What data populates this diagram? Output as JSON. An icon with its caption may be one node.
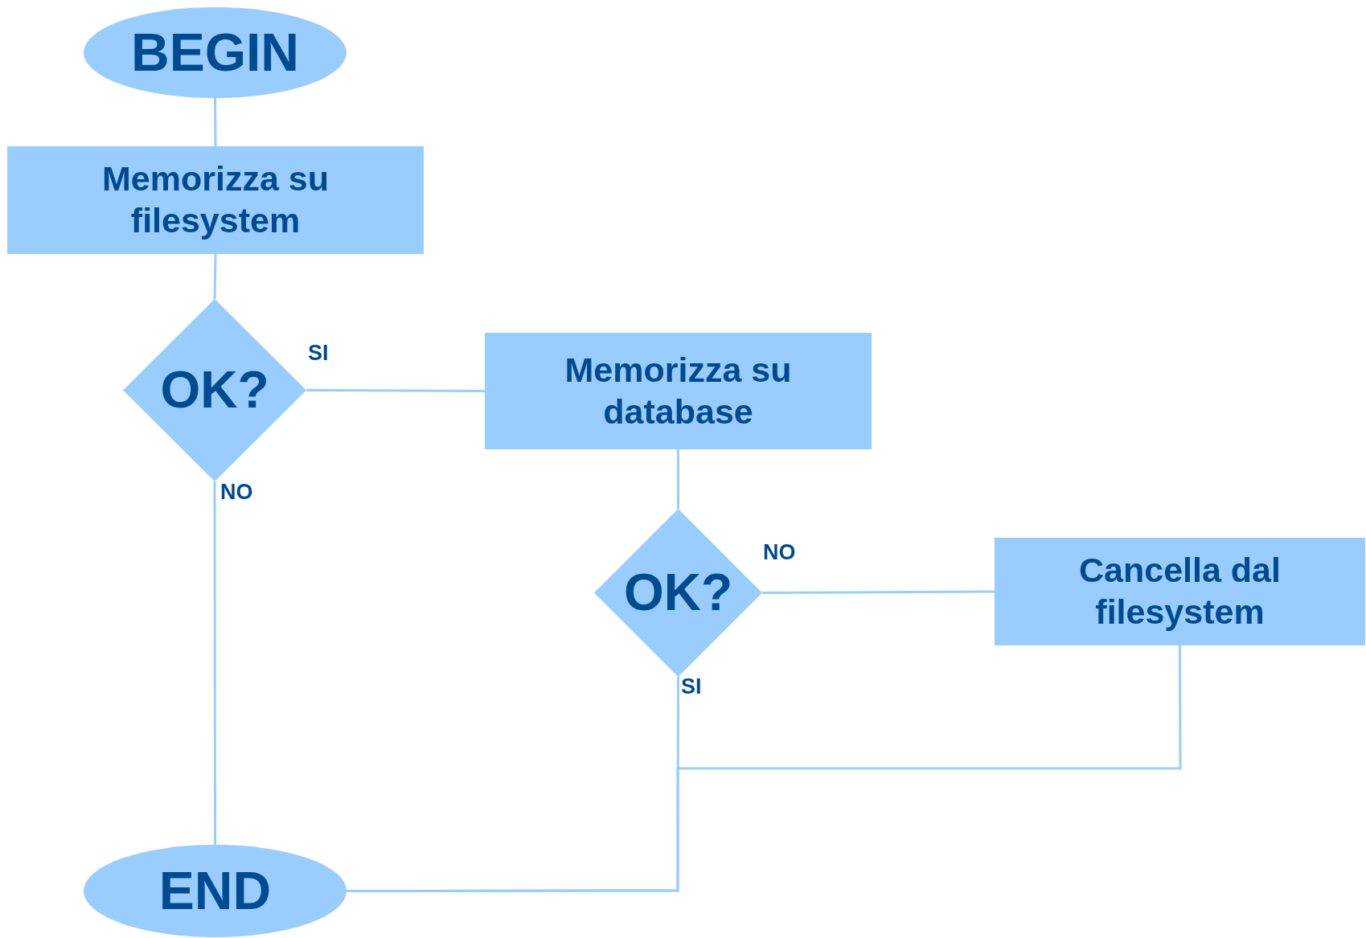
{
  "diagram": {
    "nodes": [
      {
        "text": [
          "BEGIN"
        ]
      },
      {
        "text": [
          "Memorizza su filesystem"
        ]
      },
      {
        "text": [
          "OK?"
        ]
      },
      {
        "text": [
          "Memorizza su database"
        ]
      },
      {
        "text": [
          "OK?"
        ]
      },
      {
        "text": [
          "Cancella dal filesystem"
        ]
      },
      {
        "text": [
          "END"
        ]
      }
    ],
    "edges": [
      {
        "from": 0,
        "to": 1,
        "arrow": "none"
      },
      {
        "from": 1,
        "to": 2,
        "arrow": "none"
      },
      {
        "from": 2,
        "to": 3,
        "arrow": "none",
        "label": "SI"
      },
      {
        "from": 2,
        "to": 6,
        "arrow": "none",
        "label": "NO"
      },
      {
        "from": 3,
        "to": 4,
        "arrow": "none"
      },
      {
        "from": 4,
        "to": 5,
        "arrow": "none",
        "label": "NO"
      },
      {
        "from": 4,
        "to": 6,
        "arrow": "none",
        "label": "SI"
      },
      {
        "from": 5,
        "to": 6,
        "arrow": "none"
      }
    ]
  }
}
